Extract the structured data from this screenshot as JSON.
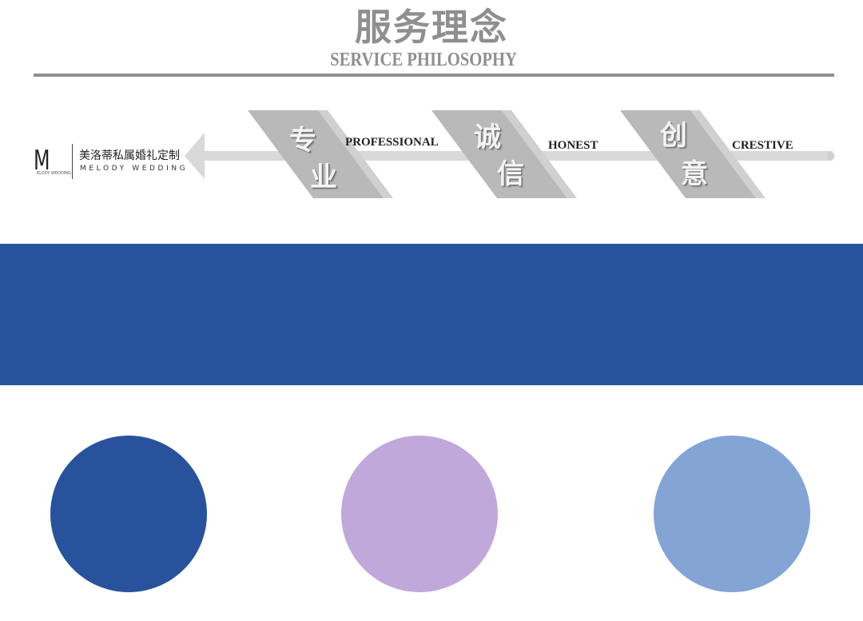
{
  "header": {
    "title_zh": "服务理念",
    "title_en": "SERVICE PHILOSOPHY"
  },
  "logo": {
    "mark": "M",
    "mark_sub": "ELODY WEDDING",
    "name_zh": "美洛蒂私属婚礼定制",
    "name_en": "MELODY WEDDING"
  },
  "values": [
    {
      "char_top": "专",
      "char_bottom": "业",
      "label": "PROFESSIONAL"
    },
    {
      "char_top": "诚",
      "char_bottom": "信",
      "label": "HONEST"
    },
    {
      "char_top": "创",
      "char_bottom": "意",
      "label": "CRESTIVE"
    }
  ],
  "colors": {
    "band": "#28539c",
    "circle_1": "#28539c",
    "circle_2": "#c0a9da",
    "circle_3": "#84a4d6",
    "chip": "#b9b9b9",
    "arrow": "#d9d9d9"
  },
  "icons": [
    "arrow-left-icon"
  ]
}
